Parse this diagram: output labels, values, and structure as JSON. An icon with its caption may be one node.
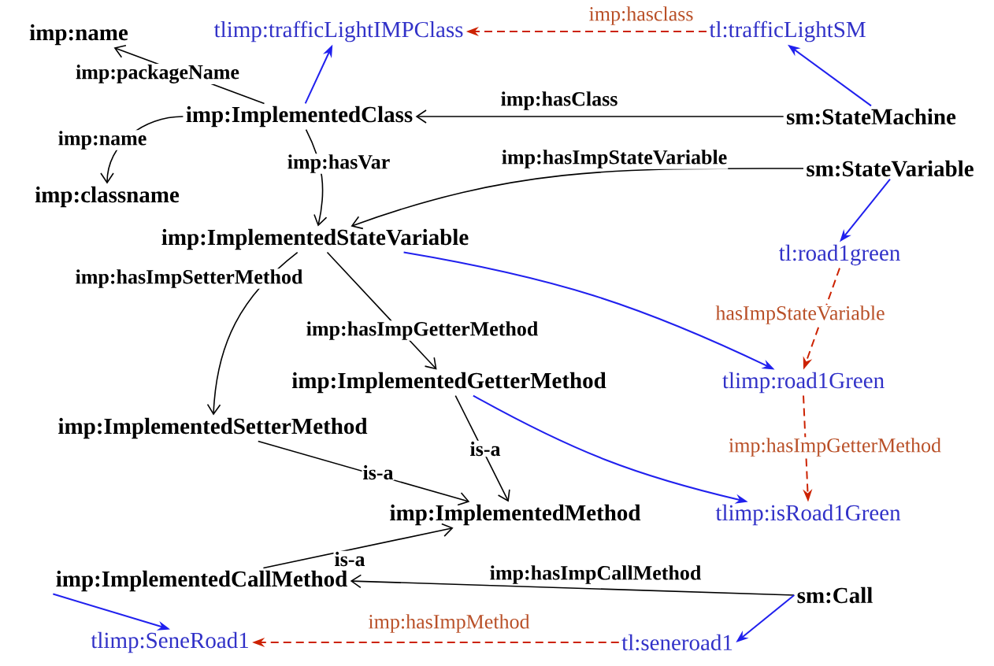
{
  "diagram": {
    "nodes": [
      {
        "text": [
          "imp:name"
        ]
      },
      {
        "text": [
          "tlimp:trafficLightIMPClass"
        ]
      },
      {
        "text": [
          "tl:trafficLightSM"
        ]
      },
      {
        "text": [
          "imp:ImplementedClass"
        ]
      },
      {
        "text": [
          "sm:StateMachine"
        ]
      },
      {
        "text": [
          "imp:classname"
        ]
      },
      {
        "text": [
          "sm:StateVariable"
        ]
      },
      {
        "text": [
          "imp:ImplementedStateVariable"
        ]
      },
      {
        "text": [
          "tl:road1green"
        ]
      },
      {
        "text": [
          "imp:ImplementedGetterMethod"
        ]
      },
      {
        "text": [
          "tlimp:road1Green"
        ]
      },
      {
        "text": [
          "imp:ImplementedSetterMethod"
        ]
      },
      {
        "text": [
          "imp:ImplementedMethod"
        ]
      },
      {
        "text": [
          "tlimp:isRoad1Green"
        ]
      },
      {
        "text": [
          "imp:ImplementedCallMethod"
        ]
      },
      {
        "text": [
          "sm:Call"
        ]
      },
      {
        "text": [
          "tlimp:SeneRoad1"
        ]
      },
      {
        "text": [
          "tl:seneroad1"
        ]
      }
    ],
    "edges": [
      {
        "from": 3,
        "to": 0,
        "arrow": "to",
        "label": "imp:packageName"
      },
      {
        "from": 3,
        "to": 1,
        "arrow": "to",
        "color": "#2020ee"
      },
      {
        "from": 2,
        "to": 1,
        "arrow": "to",
        "label": "imp:hasclass",
        "style": "dashed",
        "color": "#cc2200"
      },
      {
        "from": 4,
        "to": 3,
        "arrow": "to",
        "label": "imp:hasClass"
      },
      {
        "from": 4,
        "to": 2,
        "arrow": "to",
        "color": "#2020ee"
      },
      {
        "from": 3,
        "to": 5,
        "arrow": "to",
        "label": "imp:name"
      },
      {
        "from": 3,
        "to": 7,
        "arrow": "to",
        "label": "imp:hasVar"
      },
      {
        "from": 6,
        "to": 7,
        "arrow": "to",
        "label": "imp:hasImpStateVariable"
      },
      {
        "from": 6,
        "to": 8,
        "arrow": "to",
        "color": "#2020ee"
      },
      {
        "from": 7,
        "to": 11,
        "arrow": "to",
        "label": "imp:hasImpSetterMethod"
      },
      {
        "from": 7,
        "to": 9,
        "arrow": "to",
        "label": "imp:hasImpGetterMethod"
      },
      {
        "from": 7,
        "to": 10,
        "arrow": "to",
        "color": "#2020ee"
      },
      {
        "from": 8,
        "to": 10,
        "arrow": "to",
        "label": "hasImpStateVariable",
        "style": "dashed",
        "color": "#cc2200"
      },
      {
        "from": 11,
        "to": 12,
        "arrow": "to",
        "label": "is-a"
      },
      {
        "from": 9,
        "to": 12,
        "arrow": "to",
        "label": "is-a"
      },
      {
        "from": 9,
        "to": 13,
        "arrow": "to",
        "color": "#2020ee"
      },
      {
        "from": 10,
        "to": 13,
        "arrow": "to",
        "label": "imp:hasImpGetterMethod",
        "style": "dashed",
        "color": "#cc2200"
      },
      {
        "from": 14,
        "to": 12,
        "arrow": "to",
        "label": "is-a"
      },
      {
        "from": 15,
        "to": 14,
        "arrow": "to",
        "label": "imp:hasImpCallMethod"
      },
      {
        "from": 15,
        "to": 17,
        "arrow": "to",
        "color": "#2020ee"
      },
      {
        "from": 17,
        "to": 16,
        "arrow": "to",
        "label": "imp:hasImpMethod",
        "style": "dashed",
        "color": "#cc2200"
      },
      {
        "from": 14,
        "to": 16,
        "arrow": "to",
        "color": "#2020ee"
      }
    ]
  }
}
